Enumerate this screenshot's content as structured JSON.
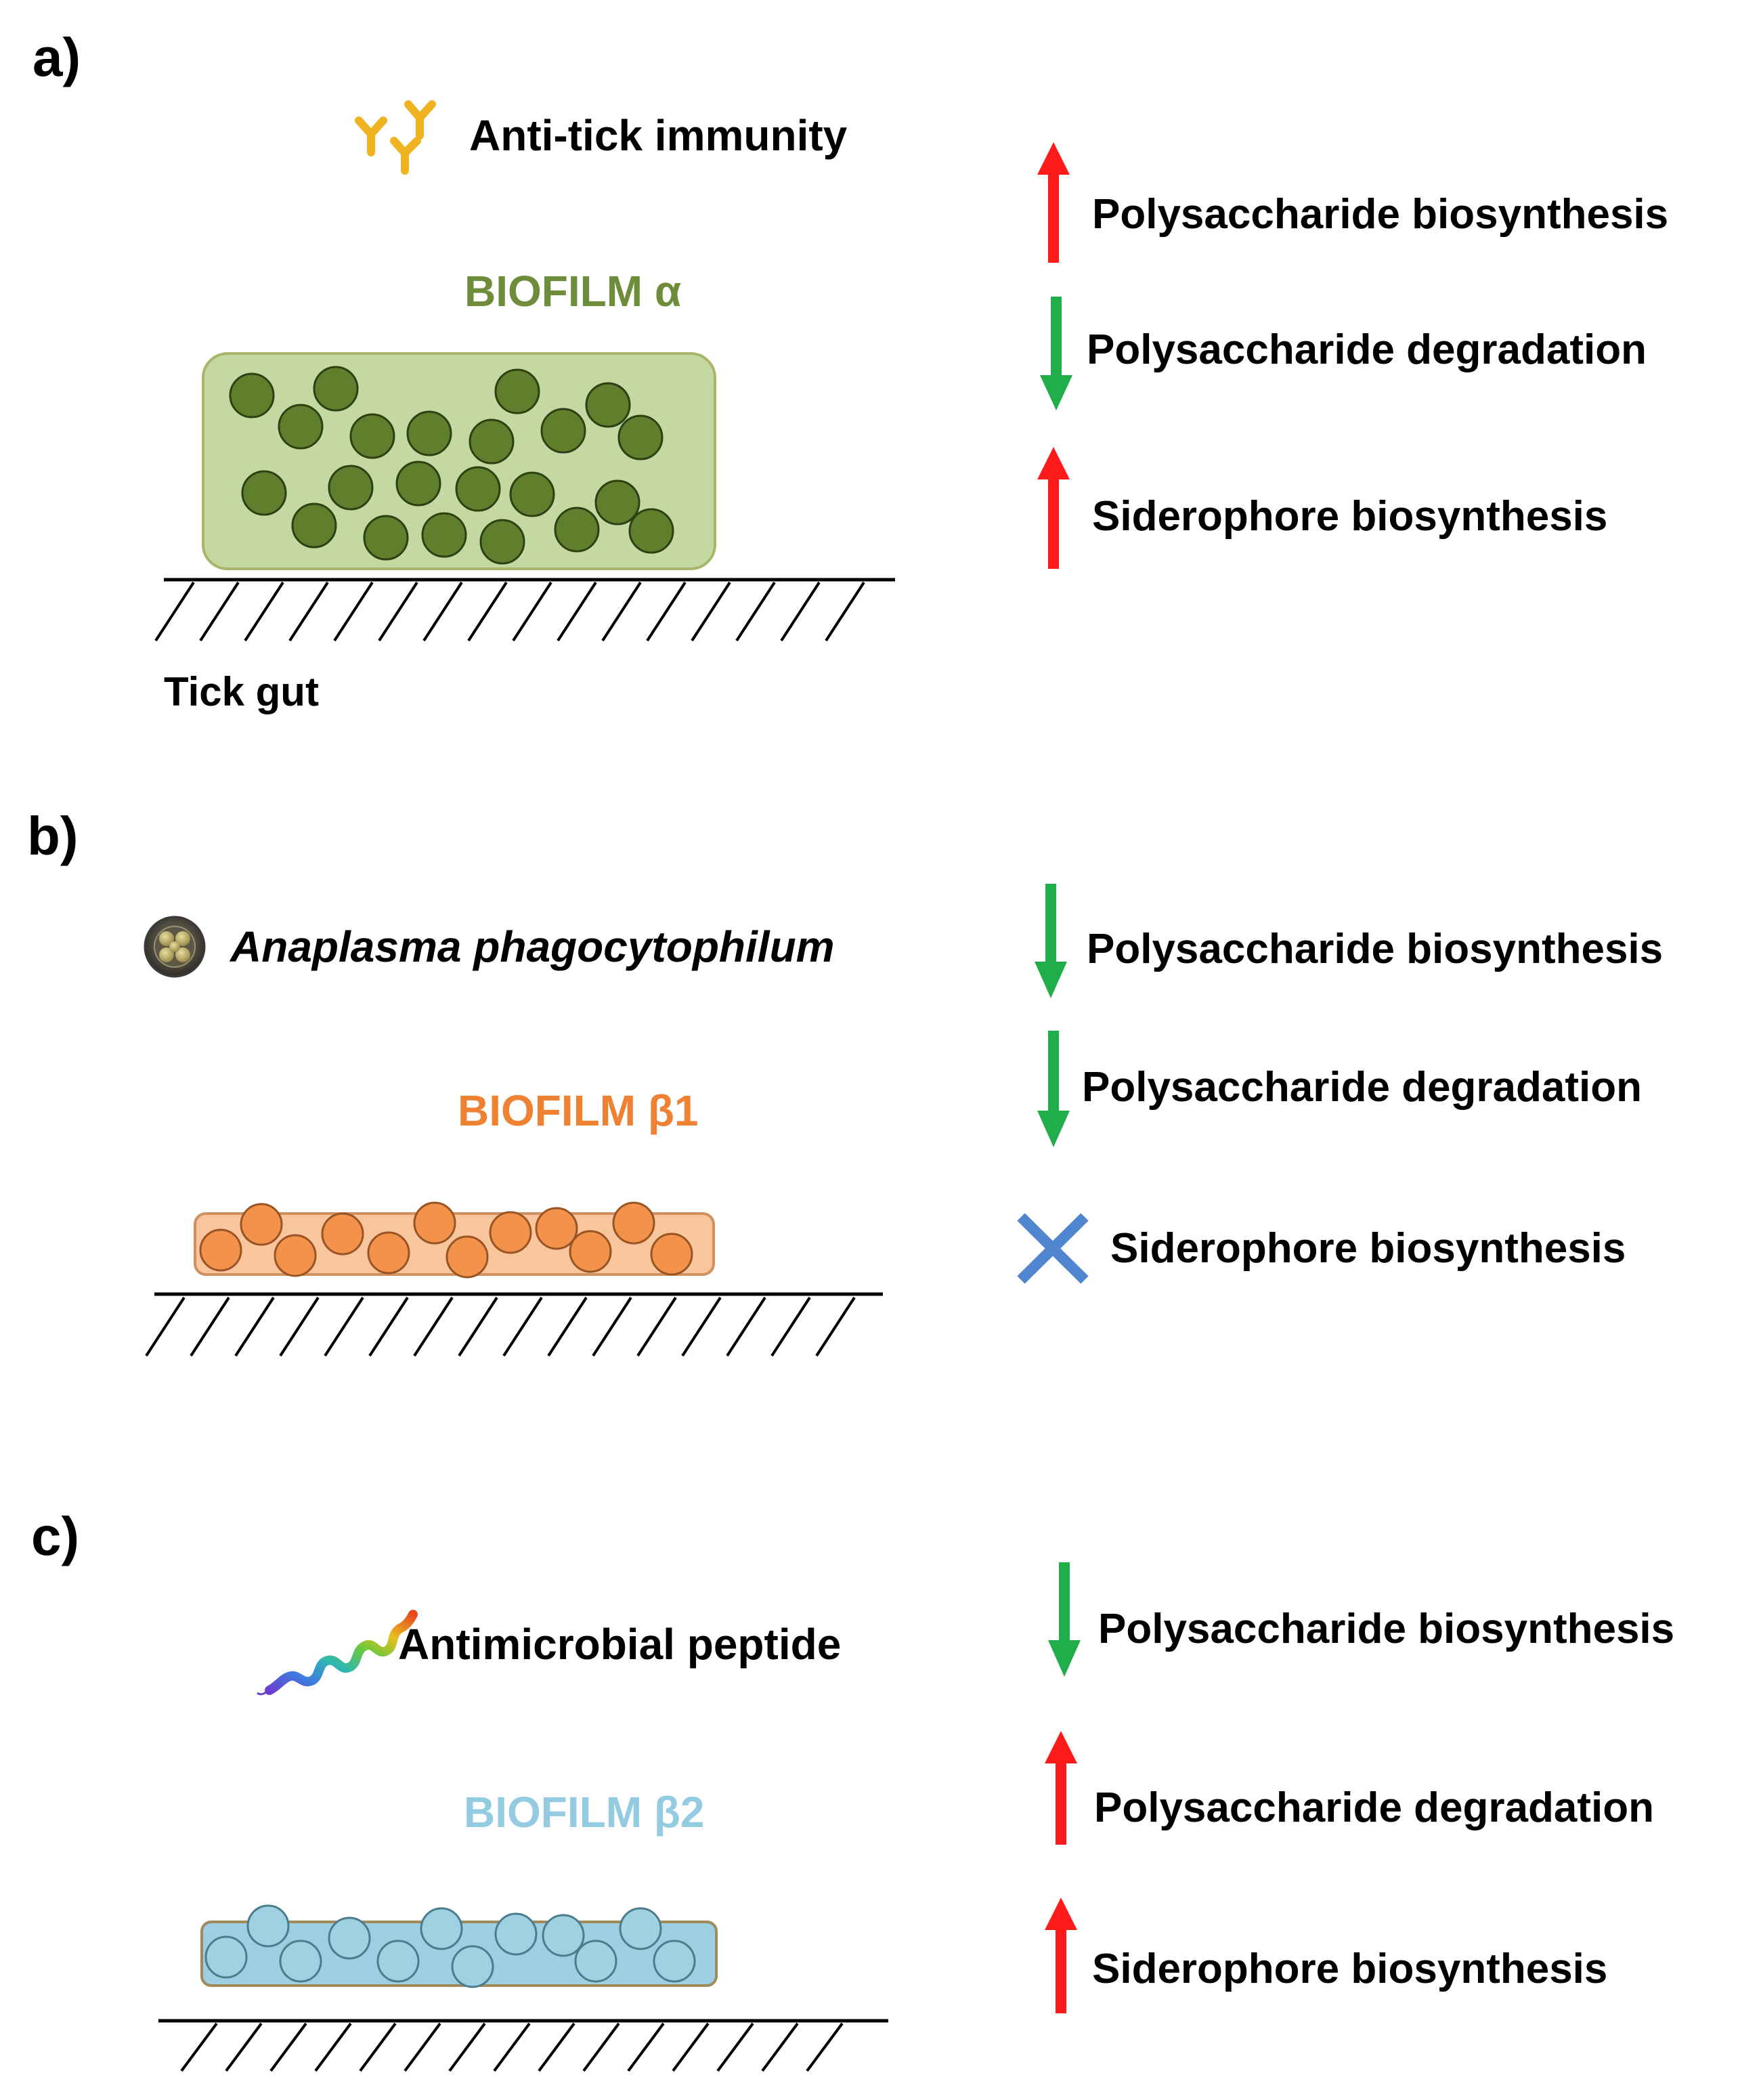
{
  "colors": {
    "up_arrow": "#ff1a1a",
    "down_arrow": "#1fae4a",
    "cross": "#4f86cf",
    "alpha_matrix": "#c4d9a2",
    "alpha_cell": "#5f7f2d",
    "alpha_label": "#6e8d3a",
    "beta1_matrix": "#f8c59c",
    "beta1_cell": "#f3924a",
    "beta1_label": "#ef8133",
    "beta2_matrix": "#9ccfe1",
    "beta2_cell": "#9fd1e2",
    "beta2_label": "#93cbe0",
    "antibody": "#f0b321"
  },
  "panels": [
    {
      "id": "a",
      "panel_label": "a)",
      "stimulus_label": "Anti-tick immunity",
      "stimulus_icon": "antibody-icon",
      "biofilm_label": "BIOFILM α",
      "surface_label": "Tick gut",
      "effects": [
        {
          "label": "Polysaccharide biosynthesis",
          "change": "up"
        },
        {
          "label": "Polysaccharide degradation",
          "change": "down"
        },
        {
          "label": "Siderophore biosynthesis",
          "change": "up"
        }
      ]
    },
    {
      "id": "b",
      "panel_label": "b)",
      "stimulus_label": "Anaplasma phagocytophilum",
      "stimulus_icon": "bacterium-icon",
      "biofilm_label": "BIOFILM β1",
      "surface_label": "",
      "effects": [
        {
          "label": "Polysaccharide biosynthesis",
          "change": "down"
        },
        {
          "label": "Polysaccharide degradation",
          "change": "down"
        },
        {
          "label": "Siderophore biosynthesis",
          "change": "none"
        }
      ]
    },
    {
      "id": "c",
      "panel_label": "c)",
      "stimulus_label": "Antimicrobial peptide",
      "stimulus_icon": "peptide-helix-icon",
      "biofilm_label": "BIOFILM β2",
      "surface_label": "",
      "effects": [
        {
          "label": "Polysaccharide biosynthesis",
          "change": "down"
        },
        {
          "label": "Polysaccharide degradation",
          "change": "up"
        },
        {
          "label": "Siderophore biosynthesis",
          "change": "up"
        }
      ]
    }
  ]
}
